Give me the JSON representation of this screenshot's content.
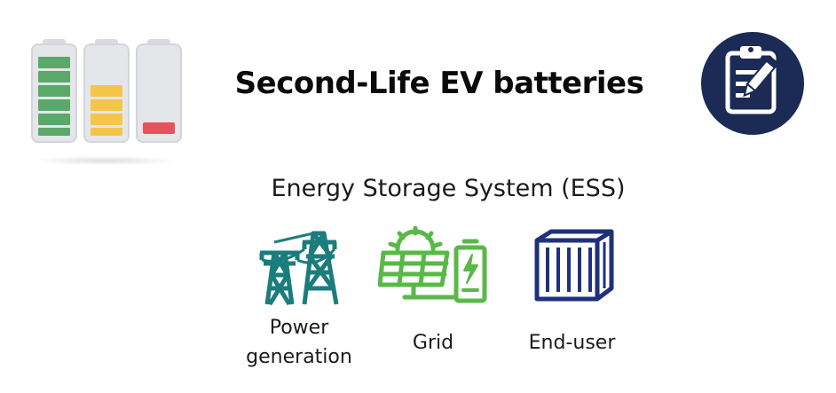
{
  "header": {
    "title": "Second-Life EV batteries"
  },
  "section": {
    "subtitle": "Energy Storage System (ESS)"
  },
  "ess_items": [
    {
      "label": "Power\ngeneration",
      "icon": "power-tower-icon"
    },
    {
      "label": "Grid",
      "icon": "solar-battery-icon"
    },
    {
      "label": "End-user",
      "icon": "container-icon"
    }
  ],
  "icons": {
    "batteries": "battery-levels-icon",
    "clipboard": "clipboard-pencil-icon"
  },
  "colors": {
    "battery_full": "#5aa86a",
    "battery_half": "#f3c64a",
    "battery_low": "#e8525e",
    "battery_shell": "#d9dbe0",
    "tower": "#1b7d7b",
    "grid": "#5ab848",
    "container": "#20317c",
    "badge": "#1c2b55"
  }
}
